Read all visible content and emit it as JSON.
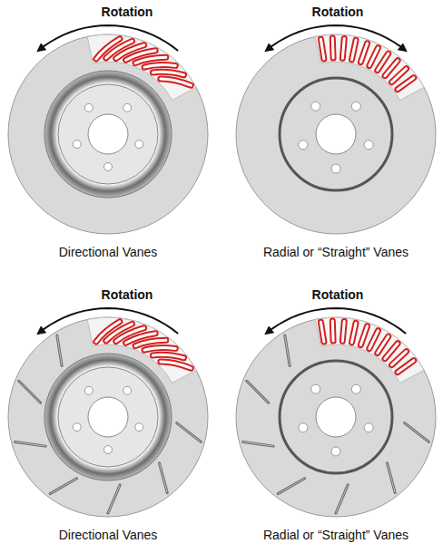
{
  "diagram": {
    "labels": [
      "Rotation",
      "Rotation",
      "Directional Vanes",
      "Radial or “Straight” Vanes",
      "Rotation",
      "Rotation",
      "Directional Vanes",
      "Radial or “Straight” Vanes"
    ]
  }
}
